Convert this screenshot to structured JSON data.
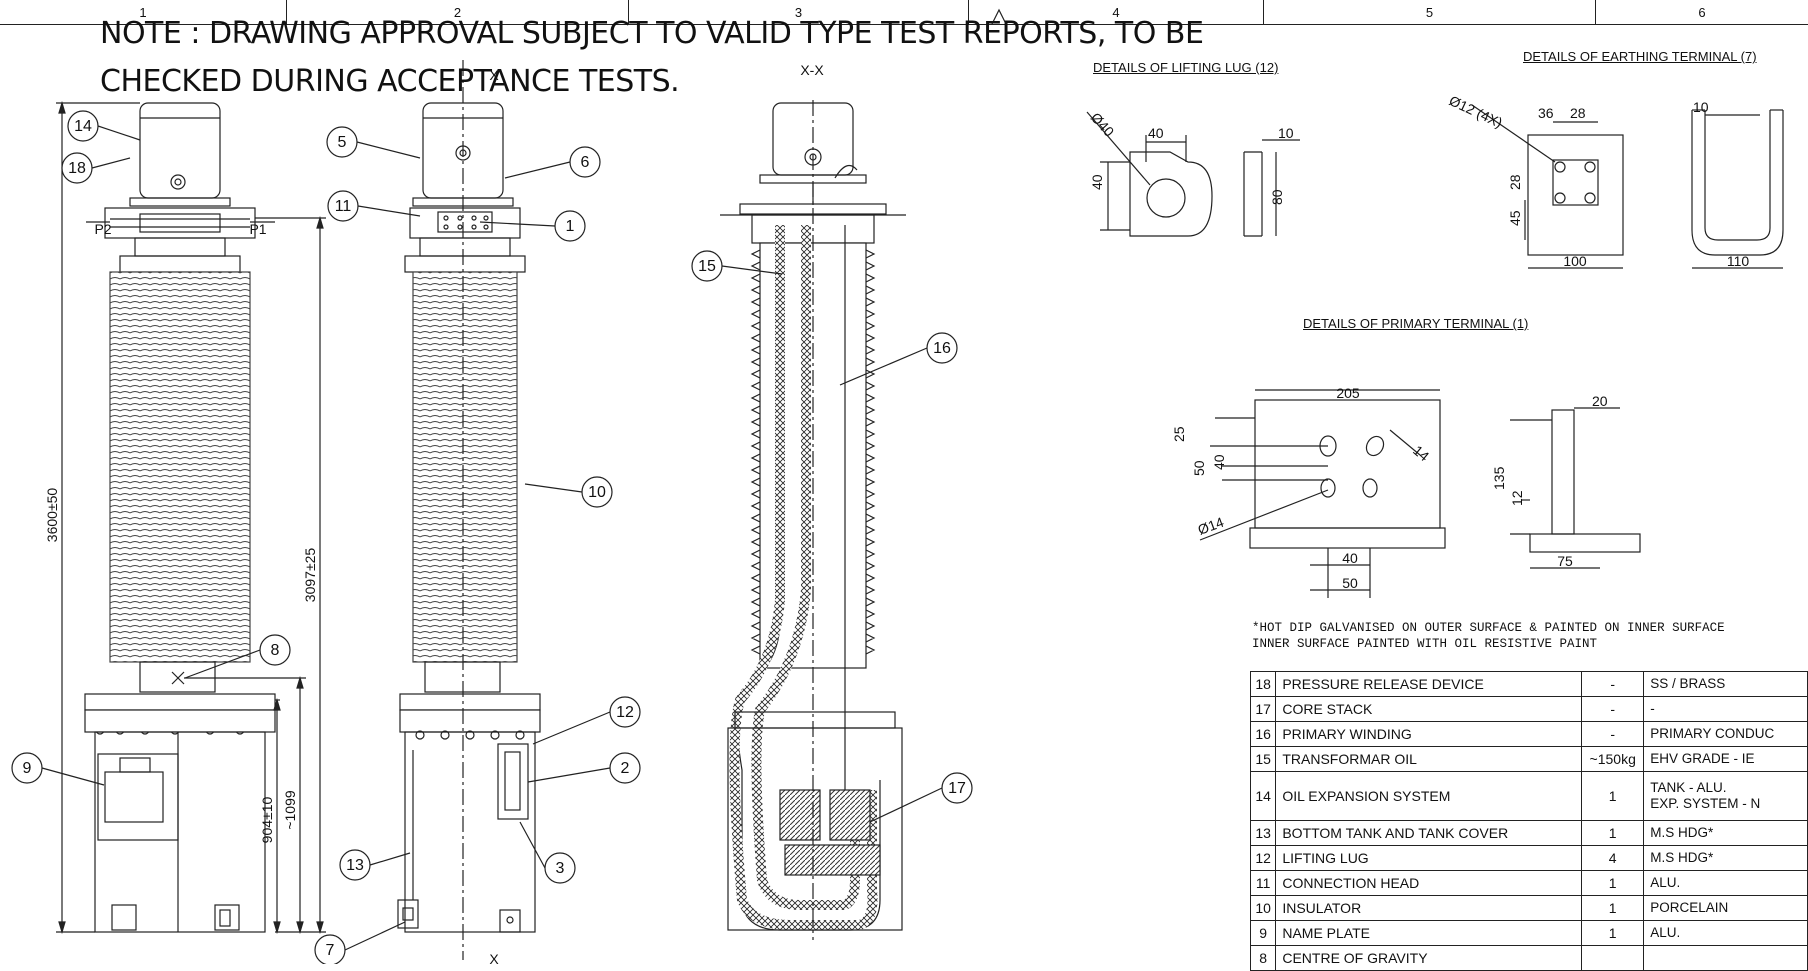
{
  "zones": [
    "1",
    "2",
    "3",
    "4",
    "5",
    "6"
  ],
  "note": {
    "line1": "NOTE : DRAWING APPROVAL SUBJECT TO VALID TYPE TEST REPORTS, TO BE",
    "line2": "CHECKED DURING ACCEPTANCE TESTS."
  },
  "views": {
    "section_label_top": "X-X",
    "section_mark_top": "X",
    "section_mark_bottom": "X",
    "terminal_p1": "P1",
    "terminal_p2": "P2",
    "dim_overall": "3600±50",
    "dim_primary": "3097±25",
    "dim_tank": "904±10",
    "dim_cog": "~1099"
  },
  "balloons": [
    "14",
    "18",
    "5",
    "6",
    "11",
    "1",
    "15",
    "16",
    "10",
    "8",
    "9",
    "12",
    "2",
    "17",
    "13",
    "3",
    "7"
  ],
  "details": {
    "lifting_lug": {
      "title": "DETAILS OF LIFTING LUG (12)",
      "d_hole": "Ø40",
      "w": "40",
      "h": "40",
      "t": "10",
      "len": "80"
    },
    "earthing": {
      "title": "DETAILS OF EARTHING TERMINAL (7)",
      "holes": "Ø12 (4X)",
      "p1": "36",
      "p2": "28",
      "v1": "28",
      "v2": "45",
      "width": "100",
      "t": "10",
      "width2": "110"
    },
    "primary_terminal": {
      "title": "DETAILS OF PRIMARY TERMINAL (1)",
      "width": "205",
      "d1": "25",
      "d2": "50",
      "d3": "40",
      "slot": "14",
      "hole": "Ø14",
      "b1": "40",
      "b2": "50",
      "t": "20",
      "h": "135",
      "h2": "12",
      "base": "75"
    }
  },
  "footnote": {
    "line1": "*HOT DIP GALVANISED ON OUTER SURFACE & PAINTED ON INNER SURFACE",
    "line2": "INNER SURFACE PAINTED WITH OIL RESISTIVE PAINT"
  },
  "bom": [
    {
      "no": "18",
      "desc": "PRESSURE RELEASE DEVICE",
      "qty": "-",
      "mat": "SS / BRASS"
    },
    {
      "no": "17",
      "desc": "CORE STACK",
      "qty": "-",
      "mat": "-"
    },
    {
      "no": "16",
      "desc": "PRIMARY WINDING",
      "qty": "-",
      "mat": "PRIMARY CONDUC"
    },
    {
      "no": "15",
      "desc": "TRANSFORMAR OIL",
      "qty": "~150kg",
      "mat": "EHV GRADE - IE"
    },
    {
      "no": "14",
      "desc": "OIL EXPANSION SYSTEM",
      "qty": "1",
      "mat": "TANK - ALU.",
      "mat2": "EXP. SYSTEM - N"
    },
    {
      "no": "13",
      "desc": "BOTTOM TANK AND TANK COVER",
      "qty": "1",
      "mat": "M.S HDG*"
    },
    {
      "no": "12",
      "desc": "LIFTING LUG",
      "qty": "4",
      "mat": "M.S HDG*"
    },
    {
      "no": "11",
      "desc": "CONNECTION HEAD",
      "qty": "1",
      "mat": "ALU."
    },
    {
      "no": "10",
      "desc": "INSULATOR",
      "qty": "1",
      "mat": "PORCELAIN"
    },
    {
      "no": "9",
      "desc": "NAME PLATE",
      "qty": "1",
      "mat": "ALU."
    },
    {
      "no": "8",
      "desc": "CENTRE OF GRAVITY",
      "qty": "",
      "mat": ""
    }
  ]
}
